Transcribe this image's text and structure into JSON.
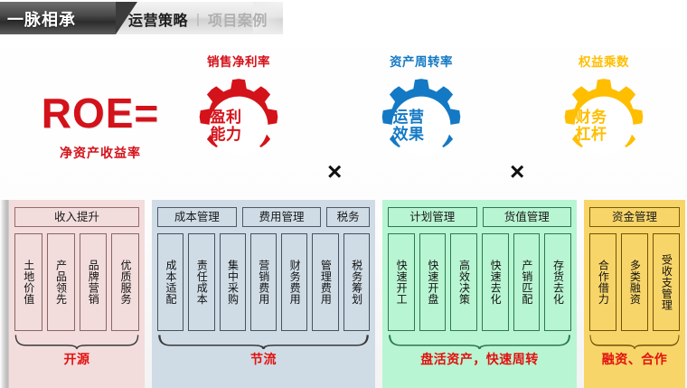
{
  "header": {
    "brand": "一脉相承",
    "tabs": [
      {
        "label": "运营策略",
        "active": true
      },
      {
        "label": "项目案例",
        "active": false
      }
    ],
    "separator": "|"
  },
  "formula": {
    "roe_main": "ROE=",
    "roe_sub": "净资产收益率",
    "operator": "×",
    "factors": [
      {
        "caption": "销售净利率",
        "line1": "盈利",
        "line2": "能力",
        "color": "#d4121a",
        "name": "profitability-gear"
      },
      {
        "caption": "资产周转率",
        "line1": "运营",
        "line2": "效果",
        "color": "#1479c4",
        "name": "operating-gear"
      },
      {
        "caption": "权益乘数",
        "line1": "财务",
        "line2": "杠杆",
        "color": "#ffbe00",
        "name": "leverage-gear"
      }
    ]
  },
  "panels": [
    {
      "name": "revenue-panel",
      "theme": "#f2dcdc",
      "categories": [
        "收入提升"
      ],
      "items": [
        "土地价值",
        "产品领先",
        "品牌营销",
        "优质服务"
      ],
      "summary": "开源"
    },
    {
      "name": "cost-panel",
      "theme": "#cfdce6",
      "categories": [
        "成本管理",
        "费用管理",
        "税务"
      ],
      "items": [
        "成本适配",
        "责任成本",
        "集中采购",
        "营销费用",
        "财务费用",
        "管理费用",
        "税务筹划"
      ],
      "summary": "节流"
    },
    {
      "name": "asset-panel",
      "theme": "#b8f5d2",
      "categories": [
        "计划管理",
        "货值管理"
      ],
      "items": [
        "快速开工",
        "快速开盘",
        "高效决策",
        "快速去化",
        "产销匹配",
        "存货去化"
      ],
      "summary": "盘活资产，快速周转"
    },
    {
      "name": "capital-panel",
      "theme": "#f8d568",
      "categories": [
        "资金管理"
      ],
      "items": [
        "合作借力",
        "多类融资",
        "受收支管理"
      ],
      "summary": "融资、合作"
    }
  ],
  "colors": {
    "red": "#d4121a",
    "blue": "#1479c4",
    "yellow": "#ffbe00",
    "summary_red": "#e2110f"
  }
}
